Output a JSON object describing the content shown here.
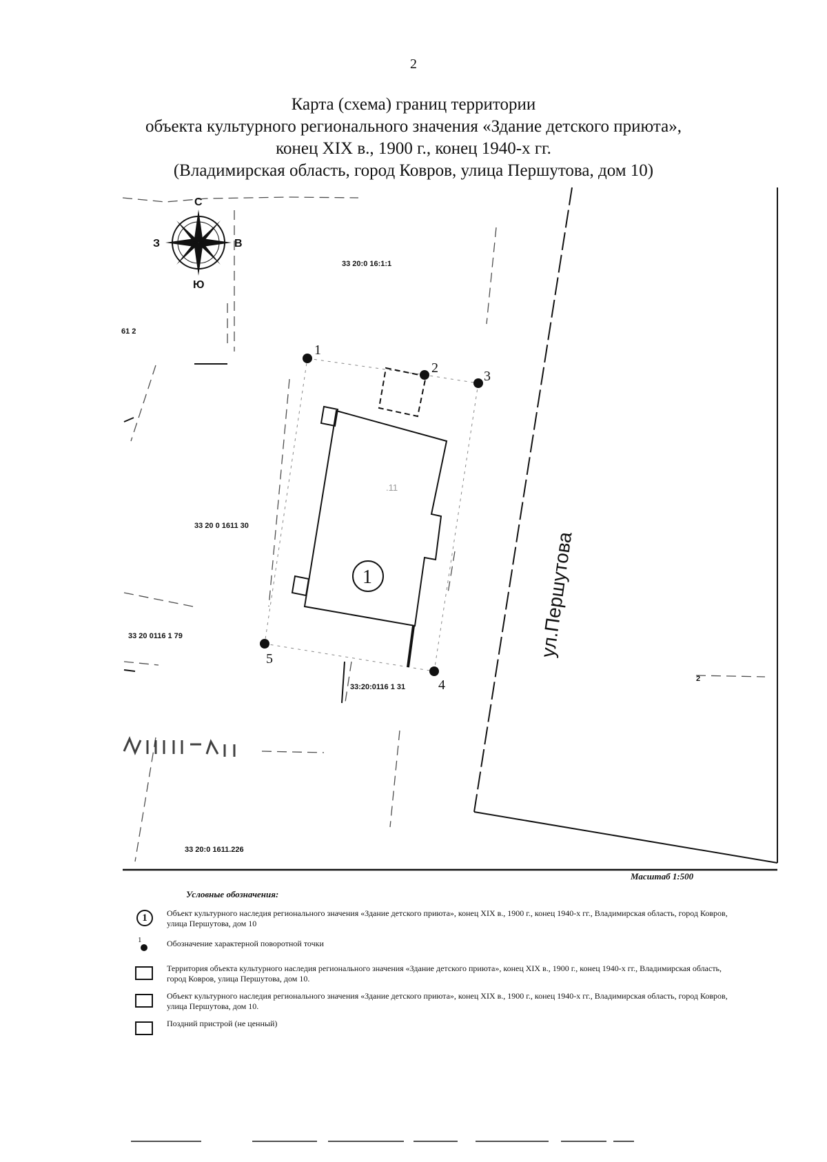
{
  "page_number": "2",
  "title": {
    "line1": "Карта (схема) границ территории",
    "line2": "объекта культурного регионального значения «Здание детского приюта»,",
    "line3": "конец XIX в., 1900 г., конец 1940-х гг.",
    "line4": "(Владимирская область, город Ковров, улица Першутова, дом 10)"
  },
  "compass": {
    "north": "С",
    "south": "Ю",
    "west": "З",
    "east": "В"
  },
  "map": {
    "street_label": "ул.Першутова",
    "object_marker": "1",
    "points": [
      {
        "label": "1"
      },
      {
        "label": "2"
      },
      {
        "label": "3"
      },
      {
        "label": "4"
      },
      {
        "label": "5"
      }
    ],
    "parcels": {
      "top": "33 20:0 16:1:1",
      "left_top": "61 2",
      "middle_left": "33 20 0 1611 30",
      "bottom_left": "33 20 0116 1 79",
      "bottom_center": "33:20:0116 1 31",
      "bottom": "33 20:0 1611.226",
      "building_inner": ".11",
      "right": "2"
    }
  },
  "scale": "Масштаб 1:500",
  "legend": {
    "heading": "Условные обозначения:",
    "items": [
      {
        "symbol": "circle-number",
        "symbol_text": "1",
        "text": "Объект культурного наследия регионального значения «Здание детского приюта», конец XIX в., 1900 г., конец 1940-х гг., Владимирская область, город Ковров, улица Першутова, дом 10"
      },
      {
        "symbol": "point",
        "symbol_text": "1",
        "text": "Обозначение характерной поворотной точки"
      },
      {
        "symbol": "box",
        "text": "Территория объекта культурного наследия регионального значения «Здание детского приюта», конец XIX в., 1900 г., конец 1940-х гг., Владимирская область, город Ковров, улица Першутова, дом 10."
      },
      {
        "symbol": "box",
        "text": "Объект культурного наследия регионального значения «Здание детского приюта», конец XIX в., 1900 г., конец 1940-х гг., Владимирская область, город Ковров, улица Першутова, дом 10."
      },
      {
        "symbol": "box",
        "text": "Поздний пристрой (не ценный)"
      }
    ]
  },
  "colors": {
    "ink": "#111111",
    "paper": "#ffffff"
  }
}
